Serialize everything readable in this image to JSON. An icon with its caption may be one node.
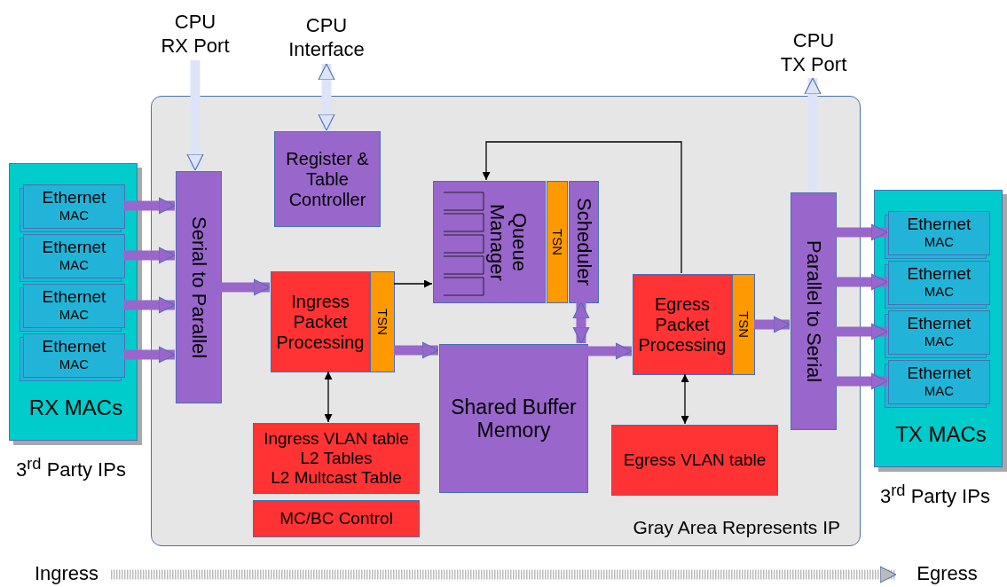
{
  "diagram": {
    "nodes": [
      {
        "text": [
          "Gray Area Represents IP"
        ]
      },
      {
        "text": [
          "RX MACs"
        ]
      },
      {
        "text": [
          "Ethernet",
          "MAC"
        ],
        "in": 1
      },
      {
        "text": [
          "Ethernet",
          "MAC"
        ],
        "in": 1
      },
      {
        "text": [
          "Ethernet",
          "MAC"
        ],
        "in": 1
      },
      {
        "text": [
          "Ethernet",
          "MAC"
        ],
        "in": 1
      },
      {
        "text": [
          "TX MACs"
        ]
      },
      {
        "text": [
          "Ethernet",
          "MAC"
        ],
        "in": 6
      },
      {
        "text": [
          "Ethernet",
          "MAC"
        ],
        "in": 6
      },
      {
        "text": [
          "Ethernet",
          "MAC"
        ],
        "in": 6
      },
      {
        "text": [
          "Ethernet",
          "MAC"
        ],
        "in": 6
      },
      {
        "text": [
          "Serial to Parallel"
        ],
        "in": 0
      },
      {
        "text": [
          "Register & Table Controller"
        ],
        "in": 0
      },
      {
        "text": [
          "Ingress Packet Processing"
        ],
        "in": 0
      },
      {
        "text": [
          "TSN"
        ],
        "in": 0
      },
      {
        "text": [
          "Queue Manager"
        ],
        "in": 0
      },
      {
        "text": [
          "TSN"
        ],
        "in": 0
      },
      {
        "text": [
          "Scheduler"
        ],
        "in": 0
      },
      {
        "text": [
          "Shared Buffer Memory"
        ],
        "in": 0
      },
      {
        "text": [
          "Egress Packet Processing"
        ],
        "in": 0
      },
      {
        "text": [
          "TSN"
        ],
        "in": 0
      },
      {
        "text": [
          "Parallel to Serial"
        ],
        "in": 0
      },
      {
        "text": [
          "Ingress VLAN table",
          "L2 Tables",
          "L2 Multcast Table"
        ],
        "in": 0
      },
      {
        "text": [
          "MC/BC Control"
        ],
        "in": 0
      },
      {
        "text": [
          "Egress VLAN table"
        ],
        "in": 0
      },
      {
        "text": [
          "CPU RX Port"
        ]
      },
      {
        "text": [
          "CPU Interface"
        ]
      },
      {
        "text": [
          "CPU TX Port"
        ]
      },
      {
        "text": [
          "Ingress"
        ]
      },
      {
        "text": [
          "Egress"
        ]
      }
    ],
    "edges": [
      {
        "from": 2,
        "to": 11,
        "arrow": "to"
      },
      {
        "from": 3,
        "to": 11,
        "arrow": "to"
      },
      {
        "from": 4,
        "to": 11,
        "arrow": "to"
      },
      {
        "from": 5,
        "to": 11,
        "arrow": "to"
      },
      {
        "from": 11,
        "to": 13,
        "arrow": "to"
      },
      {
        "from": 14,
        "to": 18,
        "arrow": "to"
      },
      {
        "from": 18,
        "to": 19,
        "arrow": "to"
      },
      {
        "from": 17,
        "to": 18,
        "arrow": "both"
      },
      {
        "from": 20,
        "to": 21,
        "arrow": "to"
      },
      {
        "from": 21,
        "to": 7,
        "arrow": "to"
      },
      {
        "from": 21,
        "to": 8,
        "arrow": "to"
      },
      {
        "from": 21,
        "to": 9,
        "arrow": "to"
      },
      {
        "from": 21,
        "to": 10,
        "arrow": "to"
      },
      {
        "from": 14,
        "to": 15,
        "arrow": "to",
        "color": "#000000"
      },
      {
        "from": 19,
        "to": 15,
        "arrow": "to",
        "color": "#000000"
      },
      {
        "from": 13,
        "to": 22,
        "arrow": "both",
        "color": "#000000"
      },
      {
        "from": 19,
        "to": 24,
        "arrow": "both",
        "color": "#000000"
      },
      {
        "from": 25,
        "to": 11,
        "arrow": "to",
        "color": "#dde4f7"
      },
      {
        "from": 26,
        "to": 12,
        "arrow": "both",
        "color": "#dde4f7"
      },
      {
        "from": 21,
        "to": 27,
        "arrow": "to",
        "color": "#dde4f7"
      },
      {
        "from": 28,
        "to": 29,
        "arrow": "to",
        "style": "dashed",
        "color": "#bbbbbb"
      }
    ],
    "labels": [
      "3$^{rd}$ Party IPs",
      "3$^{rd}$ Party IPs"
    ]
  }
}
